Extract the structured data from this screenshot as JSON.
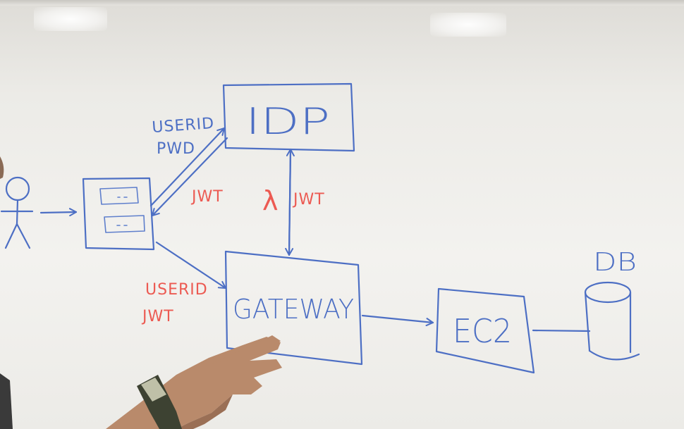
{
  "diagram": {
    "nodes": {
      "idp": "IDP",
      "gateway": "GATEWAY",
      "ec2": "EC2",
      "db": "DB"
    },
    "labels": {
      "credentials_line1": "USERID",
      "credentials_line2": "PWD",
      "jwt_to_client": "JWT",
      "lambda_symbol": "λ",
      "jwt_idp_gateway": "JWT",
      "request_line1": "USERID",
      "request_line2": "JWT"
    },
    "colors": {
      "marker_blue": "#4d6fc4",
      "marker_red": "#ec5a52",
      "board": "#f3f2ef"
    }
  }
}
